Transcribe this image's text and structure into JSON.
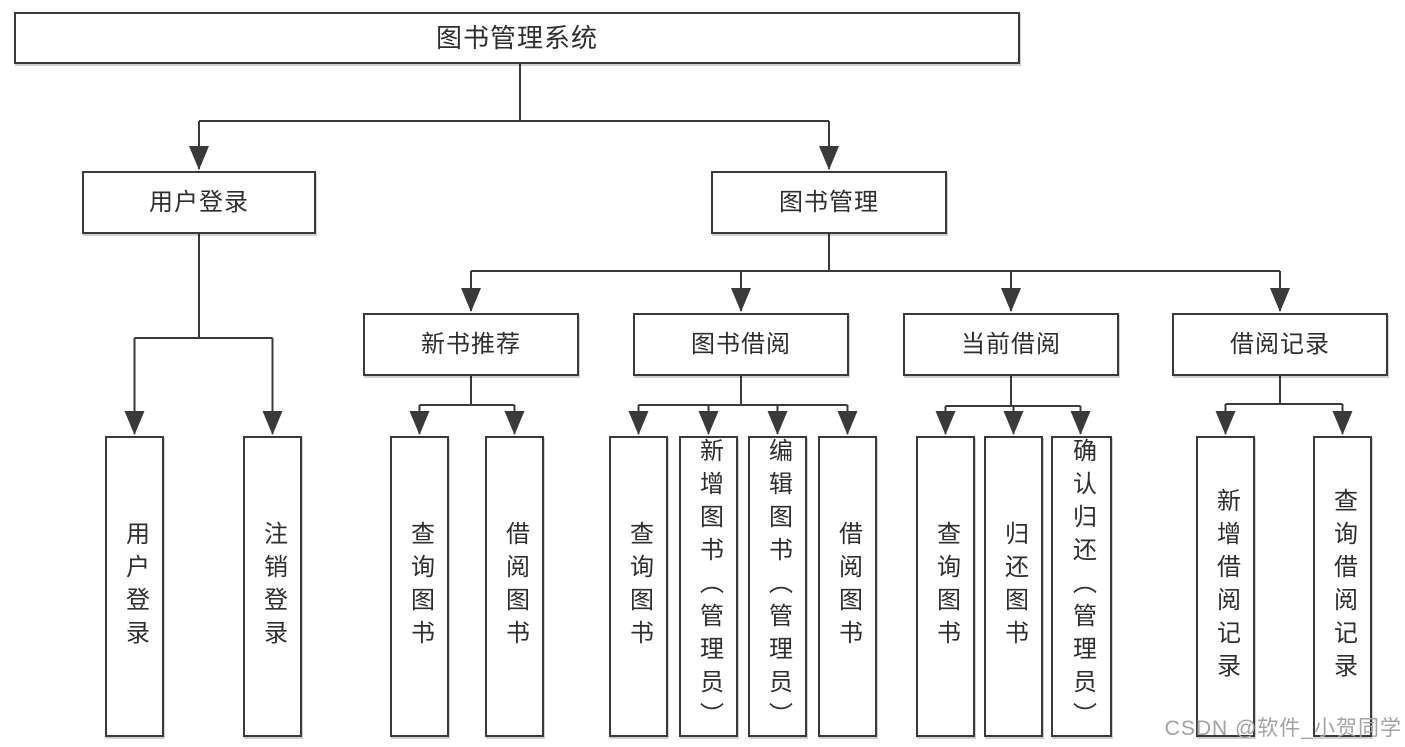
{
  "diagram": {
    "tree": {
      "root": "图书管理系统",
      "user_login": {
        "label": "用户登录",
        "items": [
          "用户登录",
          "注销登录"
        ]
      },
      "book_mgmt": {
        "label": "图书管理",
        "sections": {
          "new_books": {
            "label": "新书推荐",
            "items": [
              "查询图书",
              "借阅图书"
            ]
          },
          "borrowing": {
            "label": "图书借阅",
            "items": [
              "查询图书",
              "新增图书（管理员）",
              "编辑图书（管理员）",
              "借阅图书"
            ]
          },
          "current": {
            "label": "当前借阅",
            "items": [
              "查询图书",
              "归还图书",
              "确认归还（管理员）"
            ]
          },
          "records": {
            "label": "借阅记录",
            "items": [
              "新增借阅记录",
              "查询借阅记录"
            ]
          }
        }
      }
    },
    "colors": {
      "line": "#3a3a3a",
      "text": "#2e2e2e",
      "box_background": "#ffffff",
      "watermark": "#a3a3a3"
    }
  },
  "watermark": "CSDN @软件_小贺同学"
}
